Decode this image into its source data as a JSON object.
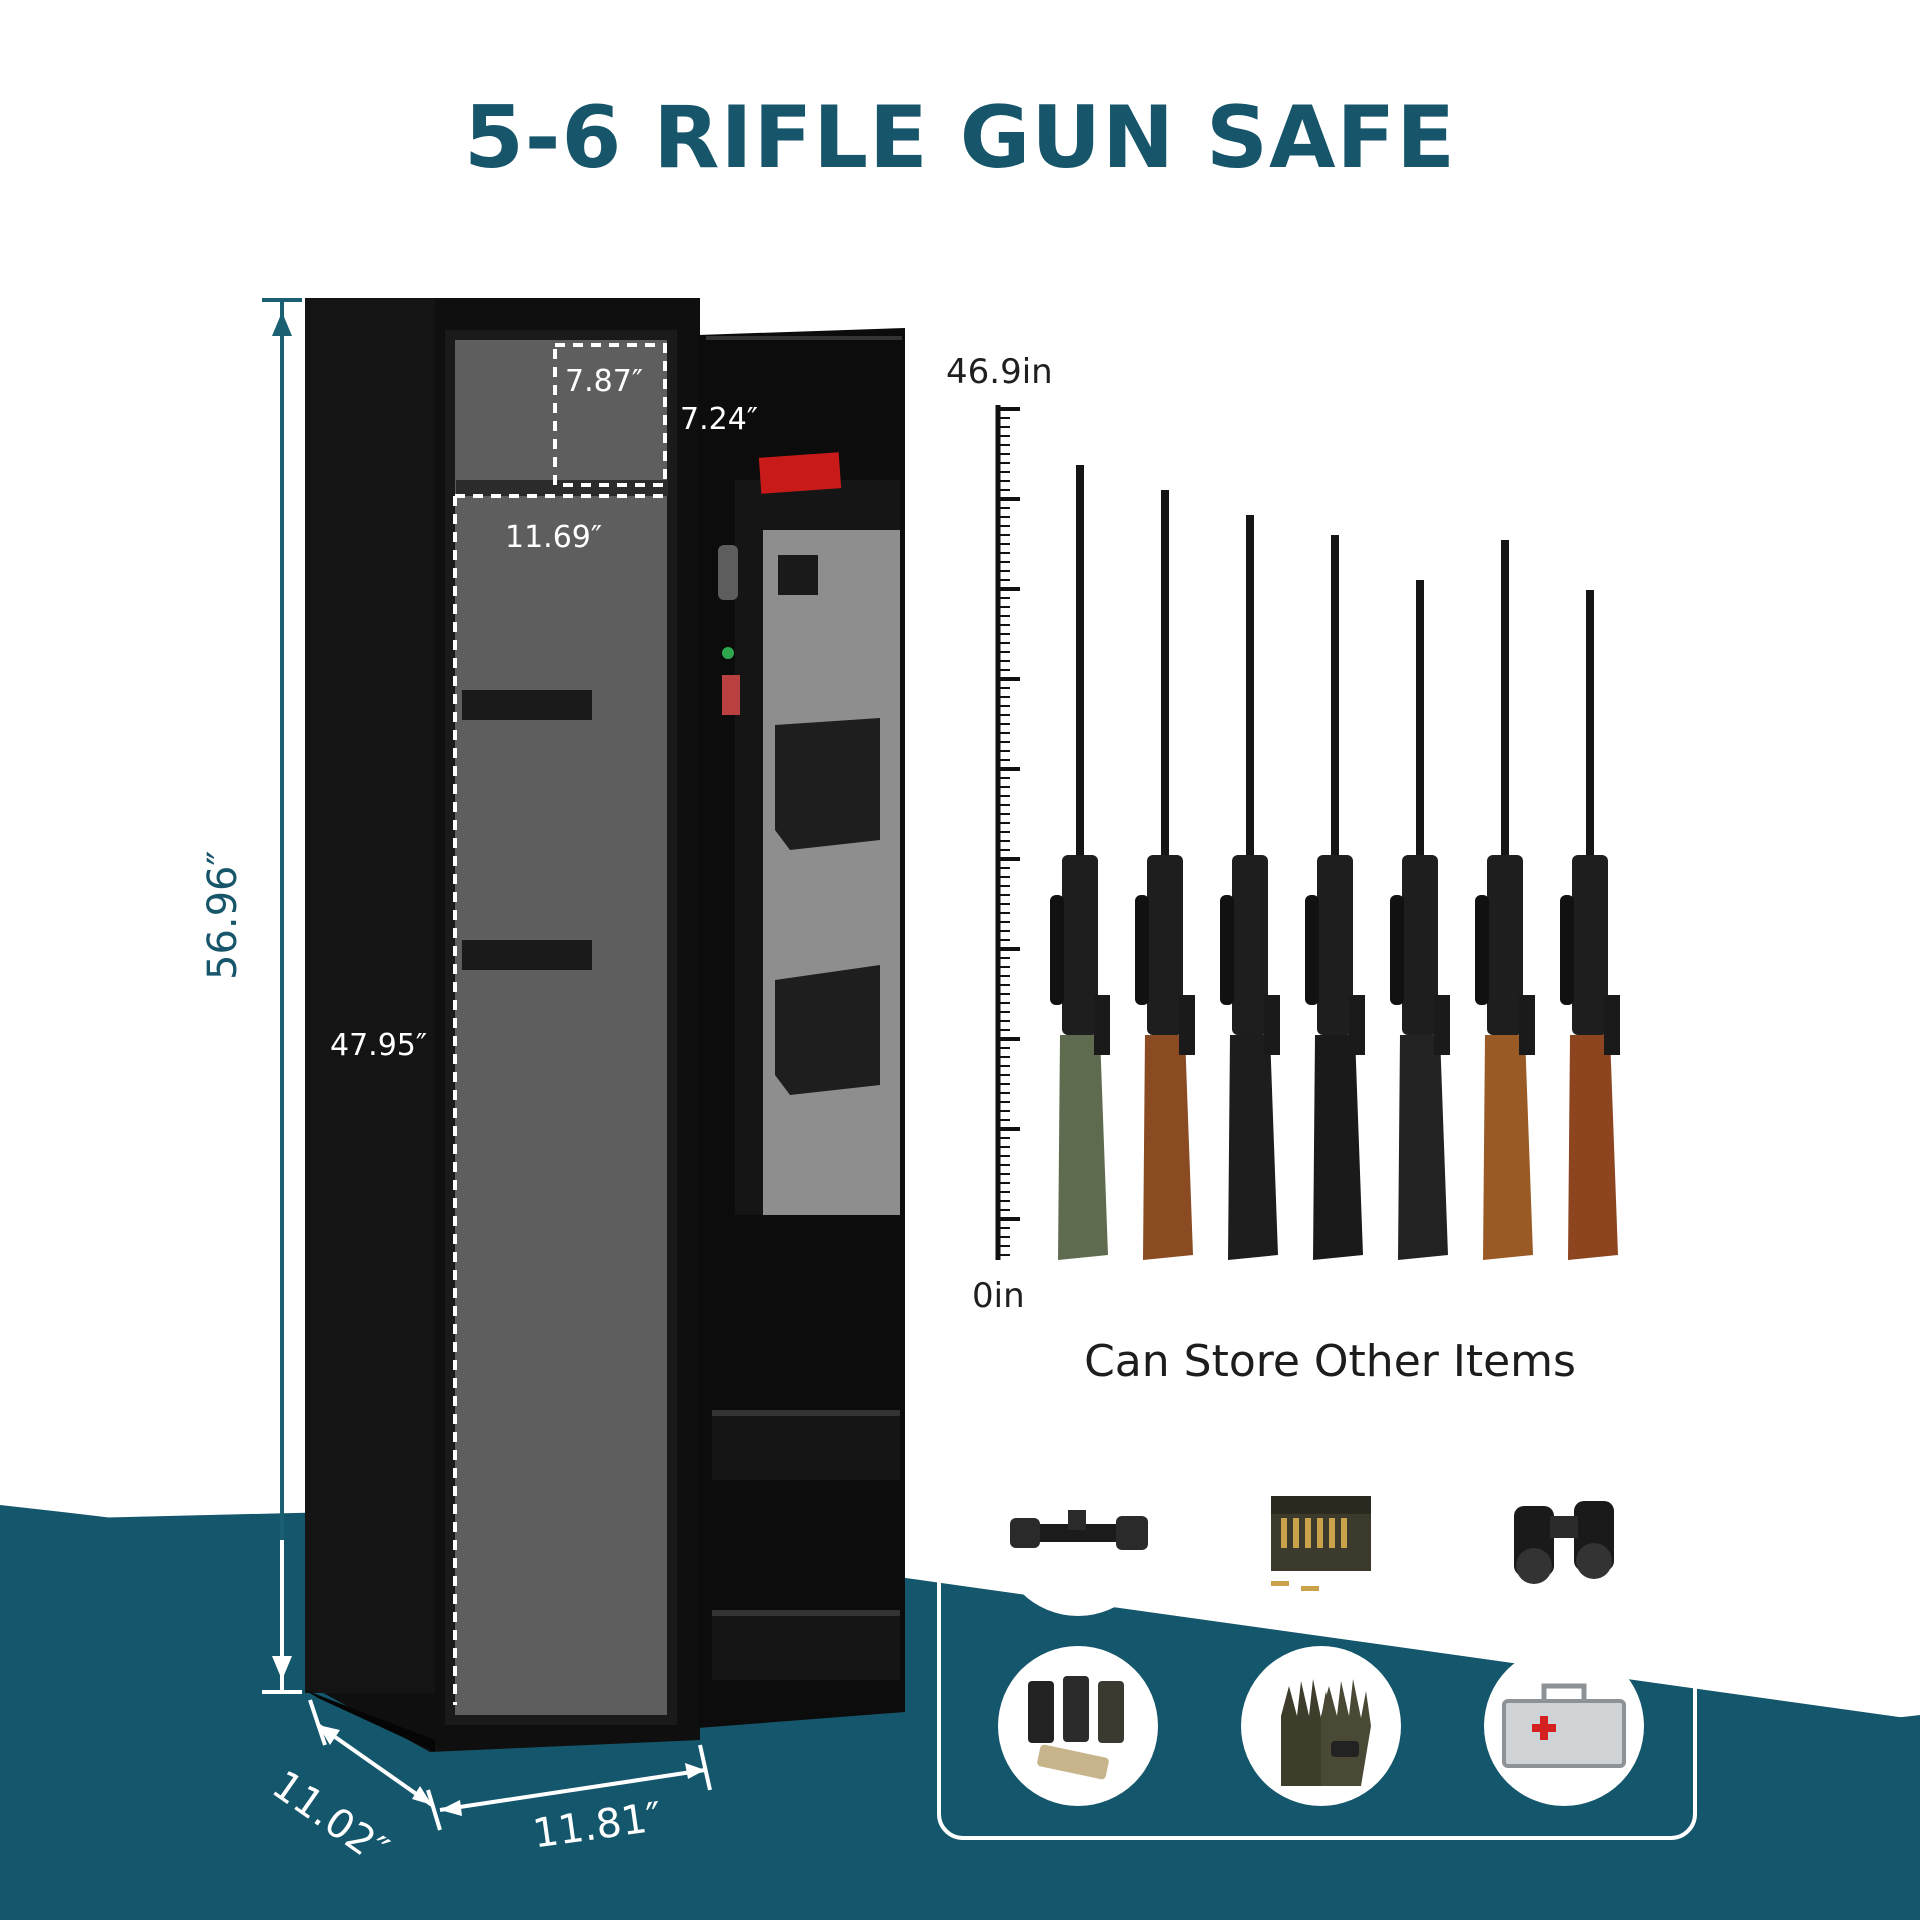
{
  "title": "5-6 RIFLE GUN SAFE",
  "colors": {
    "brand_teal": "#17566a",
    "safe_black": "#111111",
    "felt_gray": "#5e5e5e"
  },
  "dimensions": {
    "height": "56.96″",
    "interior_height": "47.95″",
    "top_width": "7.87″",
    "top_depth": "7.24″",
    "interior_width": "11.69″",
    "depth": "11.02″",
    "width": "11.81″"
  },
  "ruler": {
    "top_label": "46.9in",
    "bottom_label": "0in"
  },
  "rifles": [
    {
      "name": "camo-sniper-rifle",
      "stock": "#5f6b4f"
    },
    {
      "name": "wood-dmr-rifle",
      "stock": "#8a4a22"
    },
    {
      "name": "black-bolt-rifle",
      "stock": "#1d1d1d"
    },
    {
      "name": "black-tactical-rifle",
      "stock": "#1a1a1a"
    },
    {
      "name": "ar-style-rifle",
      "stock": "#222222"
    },
    {
      "name": "ak-style-rifle",
      "stock": "#9a5a25"
    },
    {
      "name": "wood-hunting-rifle",
      "stock": "#8d4520"
    }
  ],
  "items": {
    "heading": "Can Store Other Items",
    "icons": [
      "scope-icon",
      "ammo-crate-icon",
      "binoculars-icon",
      "magazines-icon",
      "gloves-icon",
      "first-aid-case-icon"
    ]
  }
}
